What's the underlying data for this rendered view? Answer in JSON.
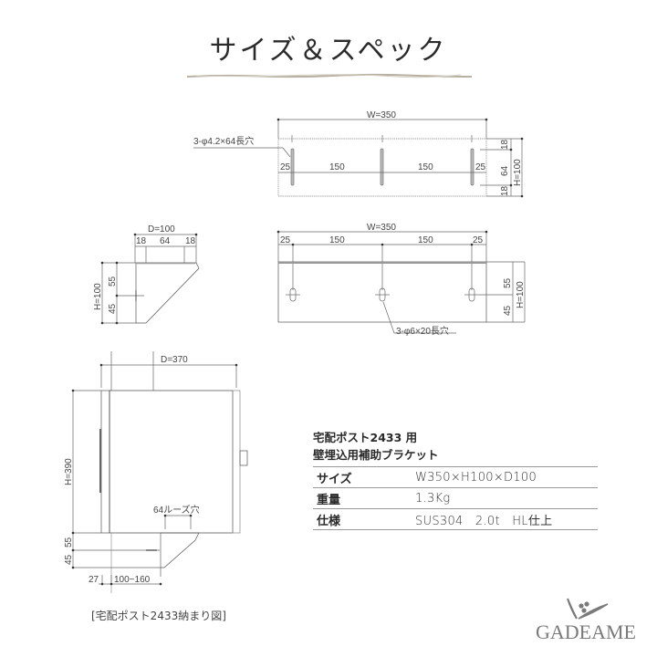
{
  "title": "サイズ＆スペック",
  "drawings": {
    "top_view": {
      "width_label": "W=350",
      "hole_label": "3-φ4.2×64長穴",
      "segments": [
        "25",
        "150",
        "150",
        "25"
      ],
      "vertical": [
        "18",
        "64",
        "18"
      ],
      "height_label": "H=100"
    },
    "side_view": {
      "depth_label": "D=100",
      "top_segments": [
        "18",
        "64",
        "18"
      ],
      "vertical": [
        "55",
        "45"
      ],
      "height_label": "H=100"
    },
    "front_view": {
      "width_label": "W=350",
      "segments": [
        "25",
        "150",
        "150",
        "25"
      ],
      "vertical": [
        "55",
        "45"
      ],
      "height_label": "H=100",
      "hole_label": "3-φ6×20長穴"
    },
    "install_view": {
      "depth_label": "D=370",
      "height_label": "H=390",
      "loose_hole_label": "64ルーズ穴",
      "vertical": [
        "55",
        "45"
      ],
      "bottom_left": "27",
      "bottom_range": "100~160",
      "caption": "[宅配ポスト2433納まり図]"
    }
  },
  "spec": {
    "heading_line1": "宅配ポスト2433 用",
    "heading_line2": "壁埋込用補助ブラケット",
    "rows": [
      {
        "key": "サイズ",
        "value": "W350×H100×D100"
      },
      {
        "key": "重量",
        "value": "1.3Kg"
      },
      {
        "key": "仕様",
        "value": "SUS304　2.0t　HL仕上"
      }
    ]
  },
  "logo": {
    "text": "GADEAME",
    "color": "#7a7a7a"
  }
}
